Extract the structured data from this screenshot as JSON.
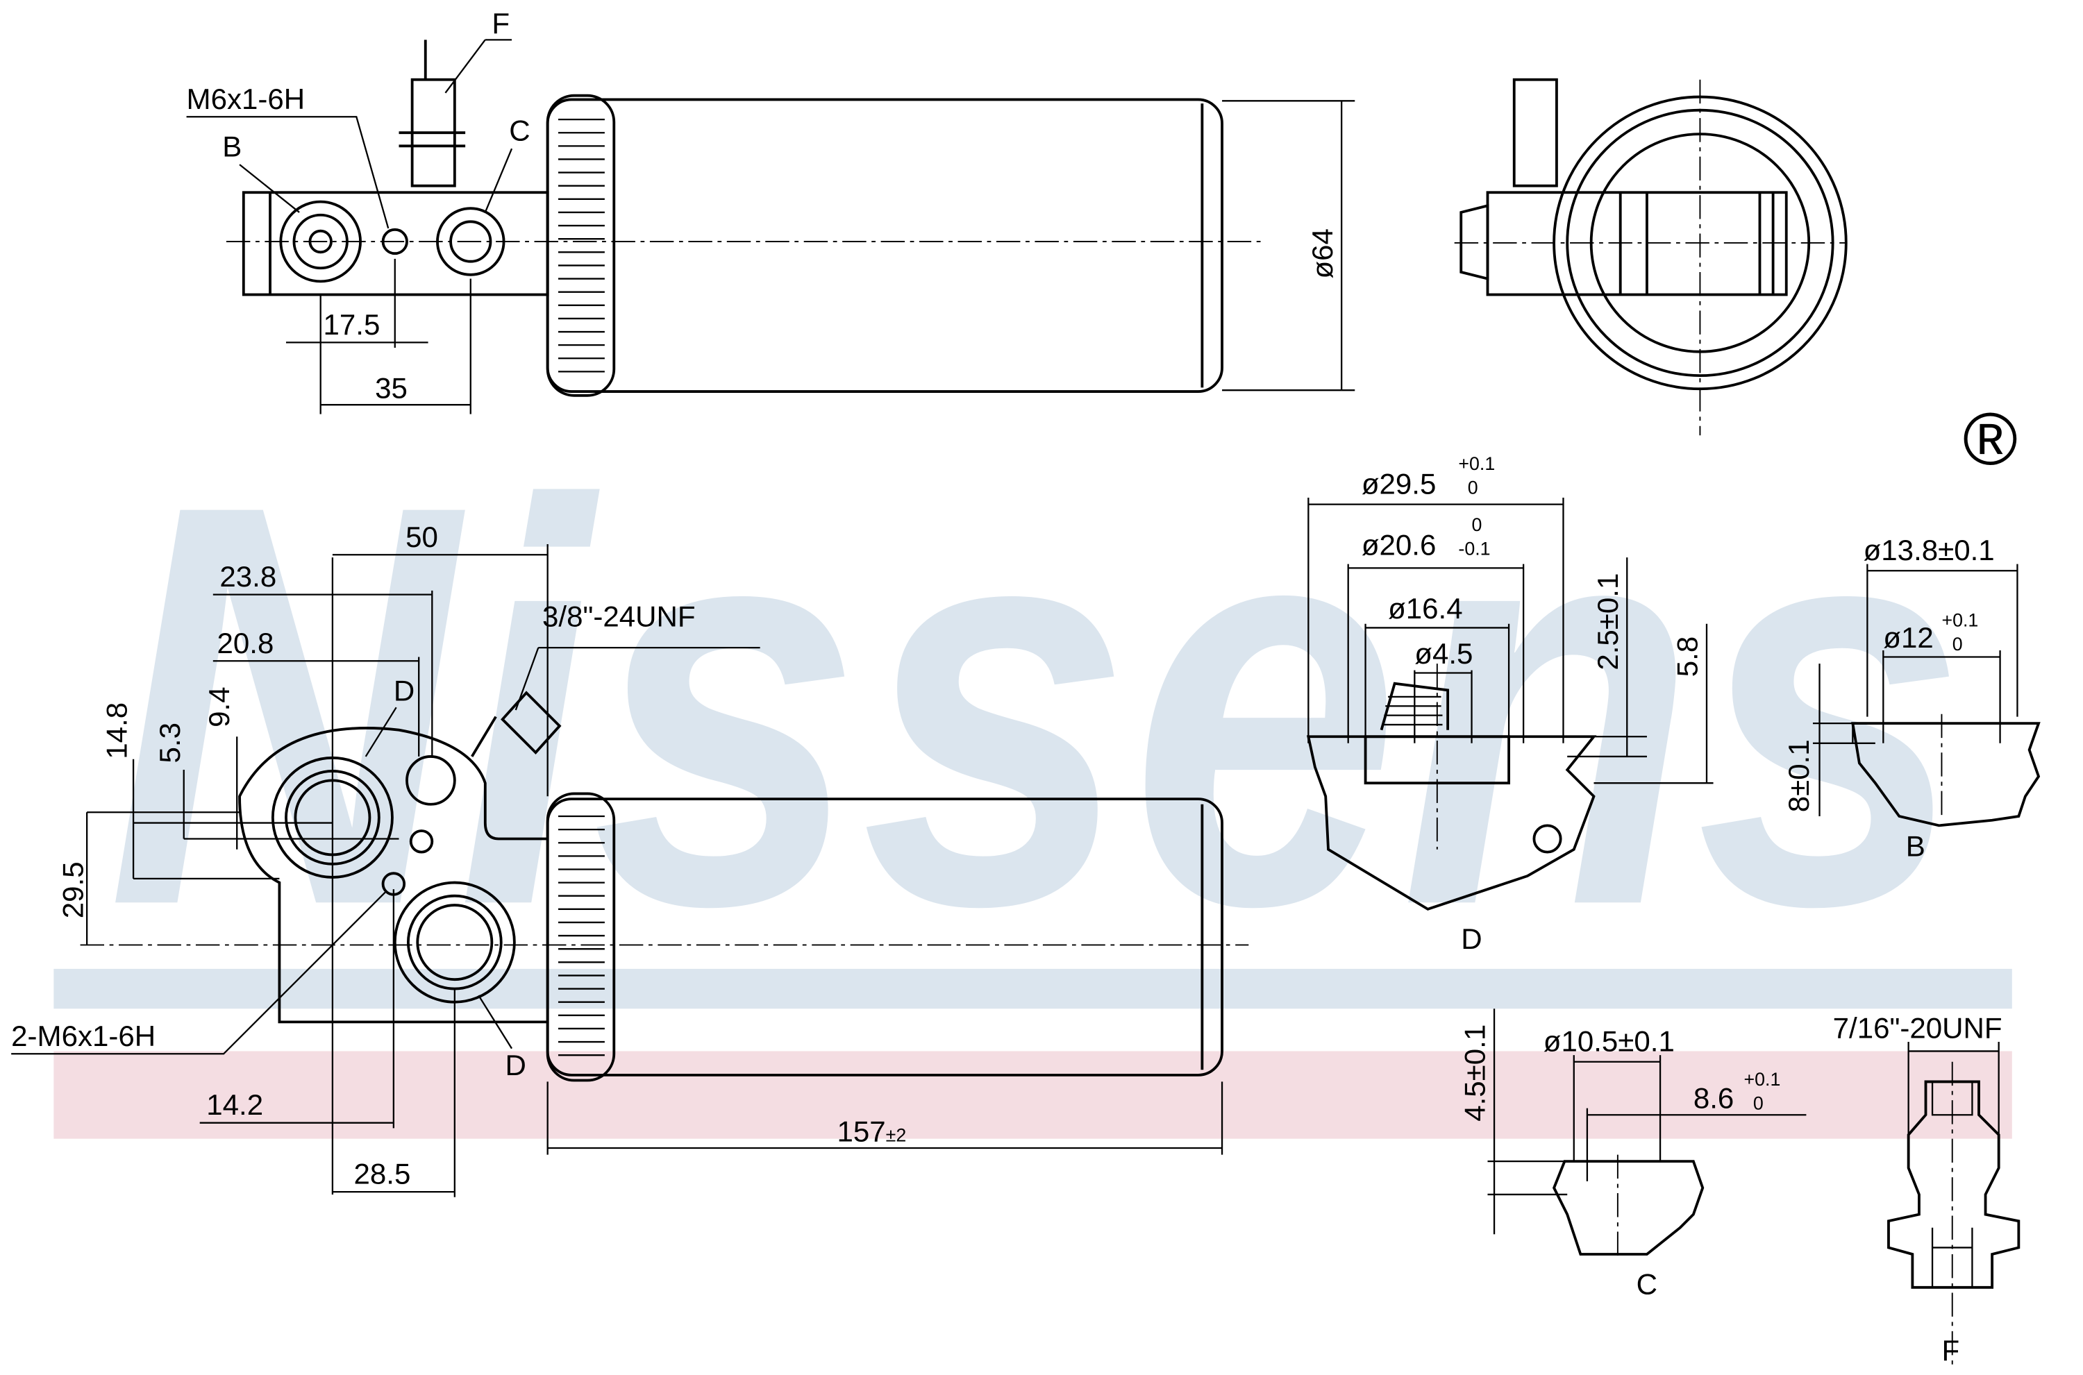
{
  "watermark": {
    "brand": "Nissens",
    "registered": "®",
    "band_blue": "#dbe5ee",
    "band_pink": "#f4dde2"
  },
  "top_view": {
    "fitting_label": "F",
    "thread_label": "M6x1-6H",
    "port_b_label": "B",
    "port_c_label": "C",
    "diameter": "ø64",
    "dim_17_5": "17.5",
    "dim_35": "35"
  },
  "front_view": {
    "dim_50": "50",
    "dim_23_8": "23.8",
    "dim_20_8": "20.8",
    "thread_label": "3/8\"-24UNF",
    "dim_9_4": "9.4",
    "dim_14_8": "14.8",
    "dim_5_3": "5.3",
    "port_d_label_1": "D",
    "dim_29_5": "29.5",
    "holes_label": "2-M6x1-6H",
    "port_d_label_2": "D",
    "dim_14_2": "14.2",
    "dim_28_5": "28.5",
    "length": "157",
    "length_tol": "±2"
  },
  "detail_d": {
    "d1": "ø29.5",
    "d1_tol_upper": "+0.1",
    "d1_tol_lower": "0",
    "d2": "ø20.6",
    "d2_tol_upper": "0",
    "d2_tol_lower": "-0.1",
    "d3": "ø16.4",
    "d4": "ø4.5",
    "depth1": "2.5±0.1",
    "depth2": "5.8",
    "label": "D"
  },
  "detail_b": {
    "d1": "ø13.8±0.1",
    "d2": "ø12",
    "d2_tol_upper": "+0.1",
    "d2_tol_lower": "0",
    "depth": "8±0.1",
    "label": "B"
  },
  "detail_c": {
    "d1": "ø10.5±0.1",
    "depth": "4.5±0.1",
    "d2": "8.6",
    "d2_tol_upper": "+0.1",
    "d2_tol_lower": "0",
    "label": "C"
  },
  "detail_f": {
    "thread": "7/16\"-20UNF",
    "label": "F"
  }
}
